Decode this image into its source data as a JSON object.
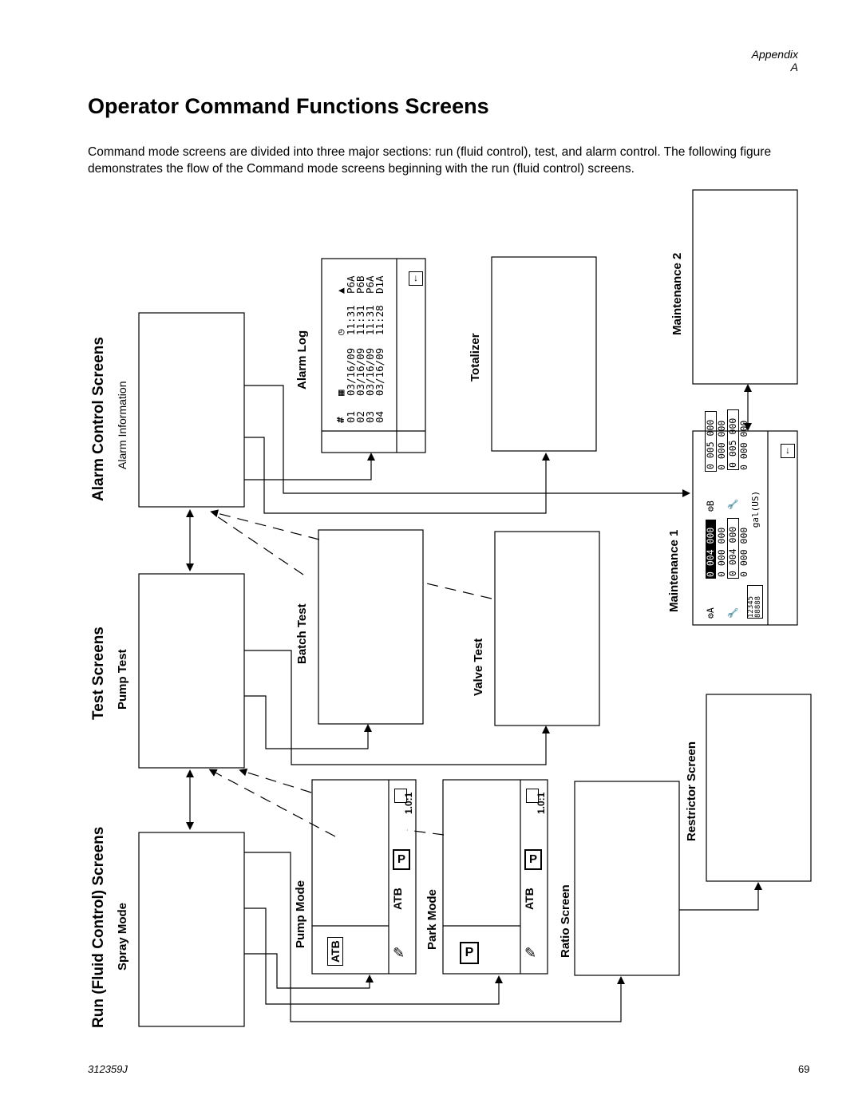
{
  "header": {
    "section": "Appendix A"
  },
  "title": "Operator Command Functions Screens",
  "intro": "Command mode screens are divided into three major sections: run (fluid control), test, and alarm control. The following figure demonstrates the flow of the Command mode screens beginning with the run (fluid control) screens.",
  "sections": {
    "run": "Run (Fluid Control) Screens",
    "test": "Test Screens",
    "alarm": "Alarm Control Screens"
  },
  "screens": {
    "spray_mode": "Spray Mode",
    "pump_test": "Pump Test",
    "alarm_information": "Alarm Information",
    "pump_mode": "Pump Mode",
    "batch_test": "Batch Test",
    "alarm_log": "Alarm Log",
    "park_mode": "Park Mode",
    "valve_test": "Valve Test",
    "totalizer": "Totalizer",
    "ratio_screen": "Ratio Screen",
    "restrictor_screen": "Restrictor Screen",
    "maintenance_1": "Maintenance 1",
    "maintenance_2": "Maintenance 2"
  },
  "alarm_log_table": {
    "header_num": "#",
    "rows": [
      {
        "num": "01",
        "date": "03/16/09",
        "time": "11:31",
        "code": "P6A"
      },
      {
        "num": "02",
        "date": "03/16/09",
        "time": "11:31",
        "code": "P6B"
      },
      {
        "num": "03",
        "date": "03/16/09",
        "time": "11:31",
        "code": "P6A"
      },
      {
        "num": "04",
        "date": "03/16/09",
        "time": "11:28",
        "code": "D1A"
      }
    ]
  },
  "maintenance_1_values": {
    "a_top": "0 004 000",
    "a_mid": "0 000 000",
    "a_box": "0 004 000",
    "a_bot": "0 000 000",
    "b_top": "0 005 000",
    "b_mid": "0 000 000",
    "b_box": "0 005 000",
    "b_bot": "0 000 000",
    "unit": "gal(US)",
    "counter_top": "12345",
    "counter_bot": "88888"
  },
  "mode_screen_values": {
    "ratio": "1.0:1",
    "atb": "ATB"
  },
  "footer": {
    "doc_number": "312359J",
    "page_number": "69"
  },
  "icons": [
    "bell-icon",
    "clock-icon",
    "calendar-icon",
    "exit-arrow-icon",
    "park-icon",
    "spray-gun-icon",
    "pump-icon",
    "wrench-icon"
  ]
}
